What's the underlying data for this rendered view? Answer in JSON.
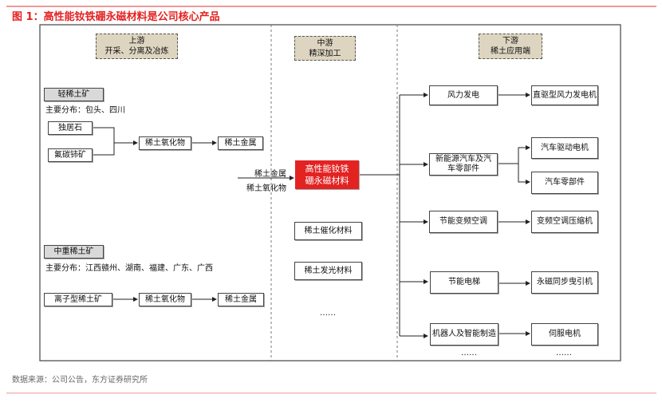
{
  "title": "图 1：高性能钕铁硼永磁材料是公司核心产品",
  "source": "数据来源：公司公告，东方证券研究所",
  "upstream": {
    "title": "上游",
    "subtitle": "开采、分离及冶炼",
    "light": {
      "label": "轻稀土矿",
      "dist": "主要分布：包头、四川",
      "ores": [
        "独居石",
        "氟碳铈矿"
      ],
      "oxide": "稀土氧化物",
      "metal": "稀土金属"
    },
    "heavy": {
      "label": "中重稀土矿",
      "dist": "主要分布：江西赣州、湖南、福建、广东、广西",
      "ore": "离子型稀土矿",
      "oxide": "稀土氧化物",
      "metal": "稀土金属"
    }
  },
  "midstream": {
    "title": "中游",
    "subtitle": "精深加工",
    "input1": "稀土金属",
    "input2": "稀土氧化物",
    "core_line1": "高性能钕铁",
    "core_line2": "硼永磁材料",
    "items": [
      "稀土催化材料",
      "稀土发光材料"
    ],
    "more": "……"
  },
  "downstream": {
    "title": "下游",
    "subtitle": "稀土应用端",
    "apps": [
      "风力发电",
      "新能源汽车及汽车零部件",
      "节能变频空调",
      "节能电梯",
      "机器人及智能制造"
    ],
    "products": [
      "直驱型风力发电机",
      "汽车驱动电机",
      "汽车零部件",
      "变频空调压缩机",
      "永磁同步曳引机",
      "伺服电机"
    ],
    "more1": "……",
    "more2": "……"
  },
  "colors": {
    "accent": "#e32222",
    "header_fill": "#ddd5c0"
  }
}
